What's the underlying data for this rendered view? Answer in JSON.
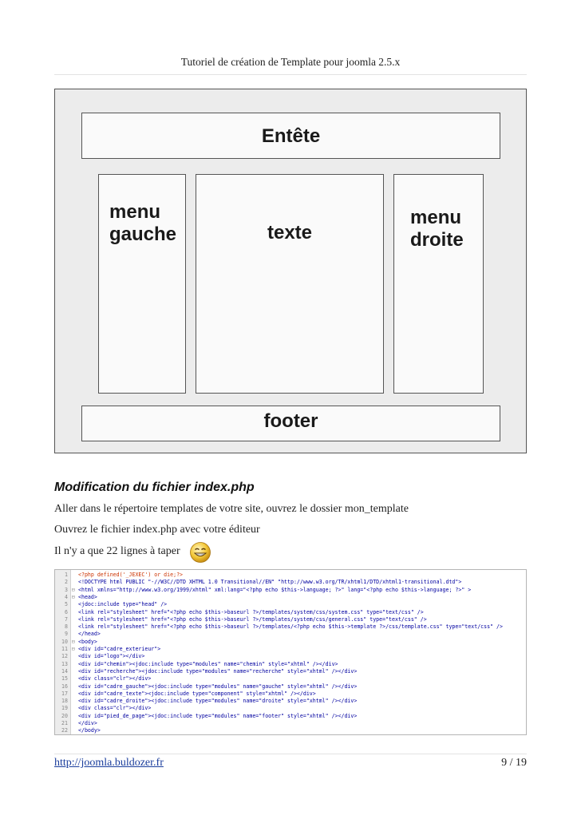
{
  "header": {
    "title": "Tutoriel de création de Template pour joomla 2.5.x"
  },
  "diagram": {
    "header_label": "Entête",
    "left_label_line1": "menu",
    "left_label_line2": "gauche",
    "center_label": "texte",
    "right_label_line1": "menu",
    "right_label_line2": "droite",
    "footer_label": "footer"
  },
  "section": {
    "title": "Modification du fichier index.php",
    "p1": "Aller dans le répertoire templates de votre site, ouvrez le dossier mon_template",
    "p2": "Ouvrez le fichier index.php avec votre éditeur",
    "p3": "Il n'y a que 22 lignes à taper",
    "smiley_icon": "grinning-smiley-icon"
  },
  "code": {
    "lines": [
      {
        "n": "1",
        "fold": "",
        "text": "<?php defined('_JEXEC') or die;?>"
      },
      {
        "n": "2",
        "fold": "",
        "text": "<!DOCTYPE html PUBLIC \"-//W3C//DTD XHTML 1.0 Transitional//EN\" \"http://www.w3.org/TR/xhtml1/DTD/xhtml1-transitional.dtd\">"
      },
      {
        "n": "3",
        "fold": "⊟",
        "text": "<html xmlns=\"http://www.w3.org/1999/xhtml\" xml:lang=\"<?php echo $this->language; ?>\" lang=\"<?php echo $this->language; ?>\" >"
      },
      {
        "n": "4",
        "fold": "⊟",
        "text": "<head>"
      },
      {
        "n": "5",
        "fold": "",
        "text": "<jdoc:include type=\"head\" />"
      },
      {
        "n": "6",
        "fold": "",
        "text": "<link rel=\"stylesheet\" href=\"<?php echo $this->baseurl ?>/templates/system/css/system.css\" type=\"text/css\" />"
      },
      {
        "n": "7",
        "fold": "",
        "text": "<link rel=\"stylesheet\" href=\"<?php echo $this->baseurl ?>/templates/system/css/general.css\" type=\"text/css\" />"
      },
      {
        "n": "8",
        "fold": "",
        "text": "<link rel=\"stylesheet\" href=\"<?php echo $this->baseurl ?>/templates/<?php echo $this->template ?>/css/template.css\" type=\"text/css\" />"
      },
      {
        "n": "9",
        "fold": "",
        "text": "</head>"
      },
      {
        "n": "10",
        "fold": "⊟",
        "text": "<body>"
      },
      {
        "n": "11",
        "fold": "⊟",
        "text": "<div id=\"cadre_exterieur\">"
      },
      {
        "n": "12",
        "fold": "",
        "text": "<div id=\"logo\"></div>"
      },
      {
        "n": "13",
        "fold": "",
        "text": "<div id=\"chemin\"><jdoc:include type=\"modules\" name=\"chemin\" style=\"xhtml\" /></div>"
      },
      {
        "n": "14",
        "fold": "",
        "text": "<div id=\"recherche\"><jdoc:include type=\"modules\" name=\"recherche\" style=\"xhtml\" /></div>"
      },
      {
        "n": "15",
        "fold": "",
        "text": "<div class=\"clr\"></div>"
      },
      {
        "n": "16",
        "fold": "",
        "text": "<div id=\"cadre_gauche\"><jdoc:include type=\"modules\" name=\"gauche\" style=\"xhtml\" /></div>"
      },
      {
        "n": "17",
        "fold": "",
        "text": "<div id=\"cadre_texte\"><jdoc:include type=\"component\" style=\"xhtml\" /></div>"
      },
      {
        "n": "18",
        "fold": "",
        "text": "<div id=\"cadre_droite\"><jdoc:include type=\"modules\" name=\"droite\" style=\"xhtml\" /></div>"
      },
      {
        "n": "19",
        "fold": "",
        "text": "<div class=\"clr\"></div>"
      },
      {
        "n": "20",
        "fold": "",
        "text": "<div id=\"pied_de_page\"><jdoc:include type=\"modules\" name=\"footer\" style=\"xhtml\" /></div>"
      },
      {
        "n": "21",
        "fold": "",
        "text": "</div>"
      },
      {
        "n": "22",
        "fold": "",
        "text": "</body>"
      }
    ]
  },
  "footer": {
    "link": "http://joomla.buldozer.fr",
    "page": "9 / 19"
  }
}
